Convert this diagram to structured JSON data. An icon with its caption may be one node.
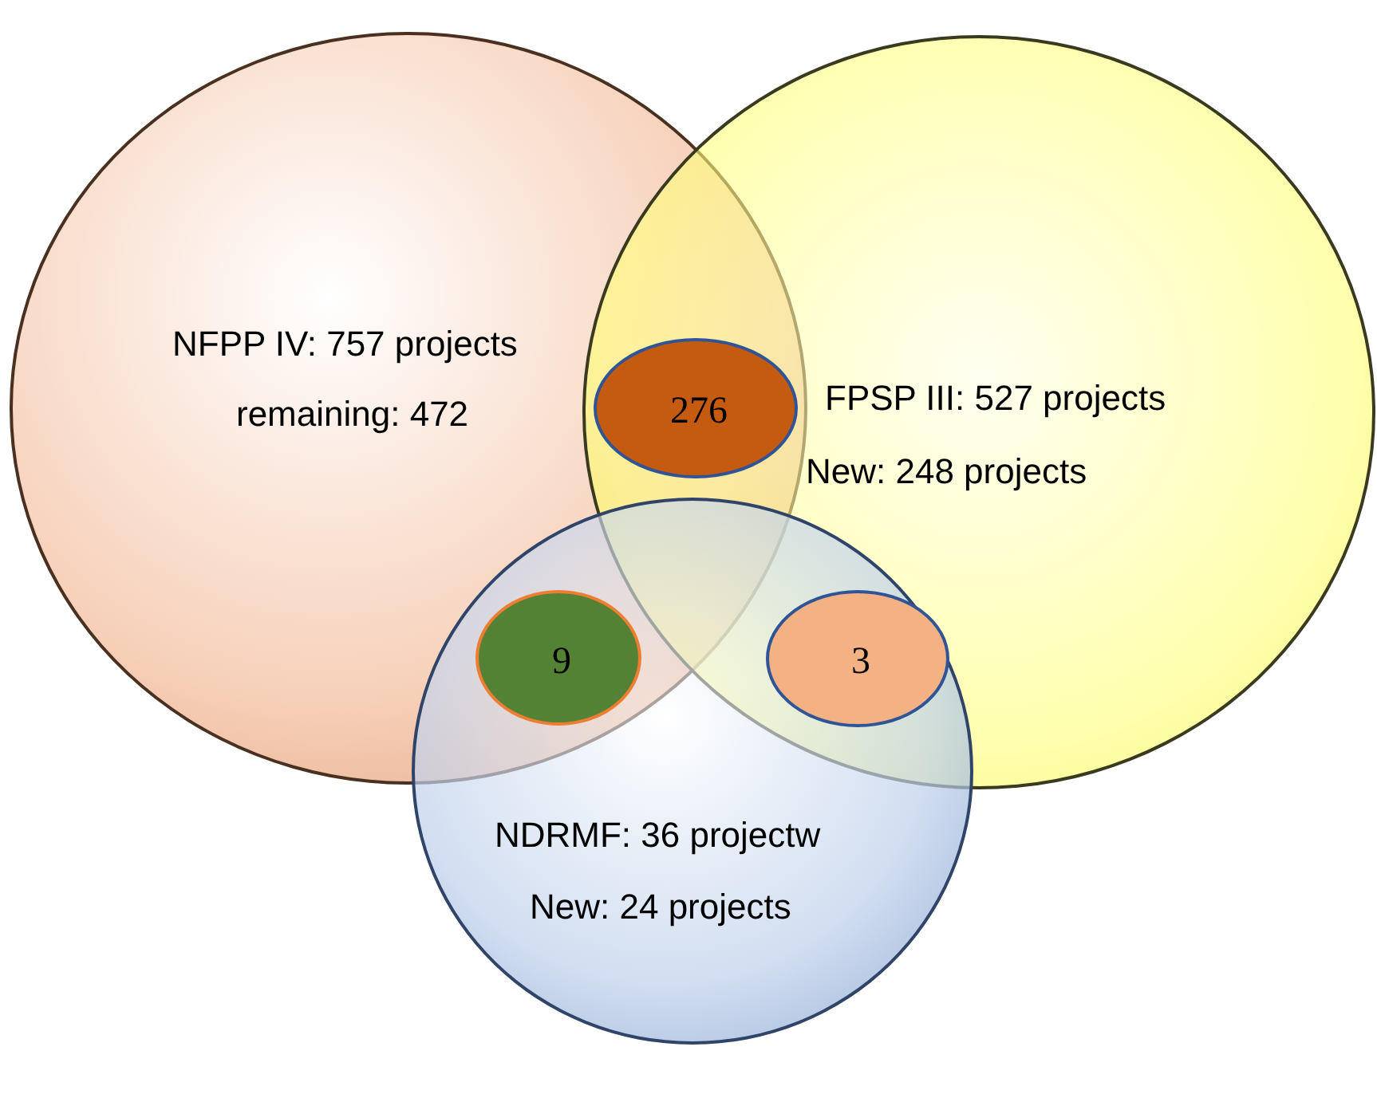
{
  "diagram": {
    "nodes": [
      {
        "text": [
          "NFPP IV: 757 projects",
          "remaining: 472"
        ]
      },
      {
        "text": [
          "FPSP III: 527 projects",
          "New: 248 projects"
        ]
      },
      {
        "text": [
          "NDRMF: 36 projectw",
          "New: 24 projects"
        ]
      },
      {
        "text": [
          "276"
        ]
      },
      {
        "text": [
          "9"
        ]
      },
      {
        "text": [
          "3"
        ]
      }
    ]
  }
}
